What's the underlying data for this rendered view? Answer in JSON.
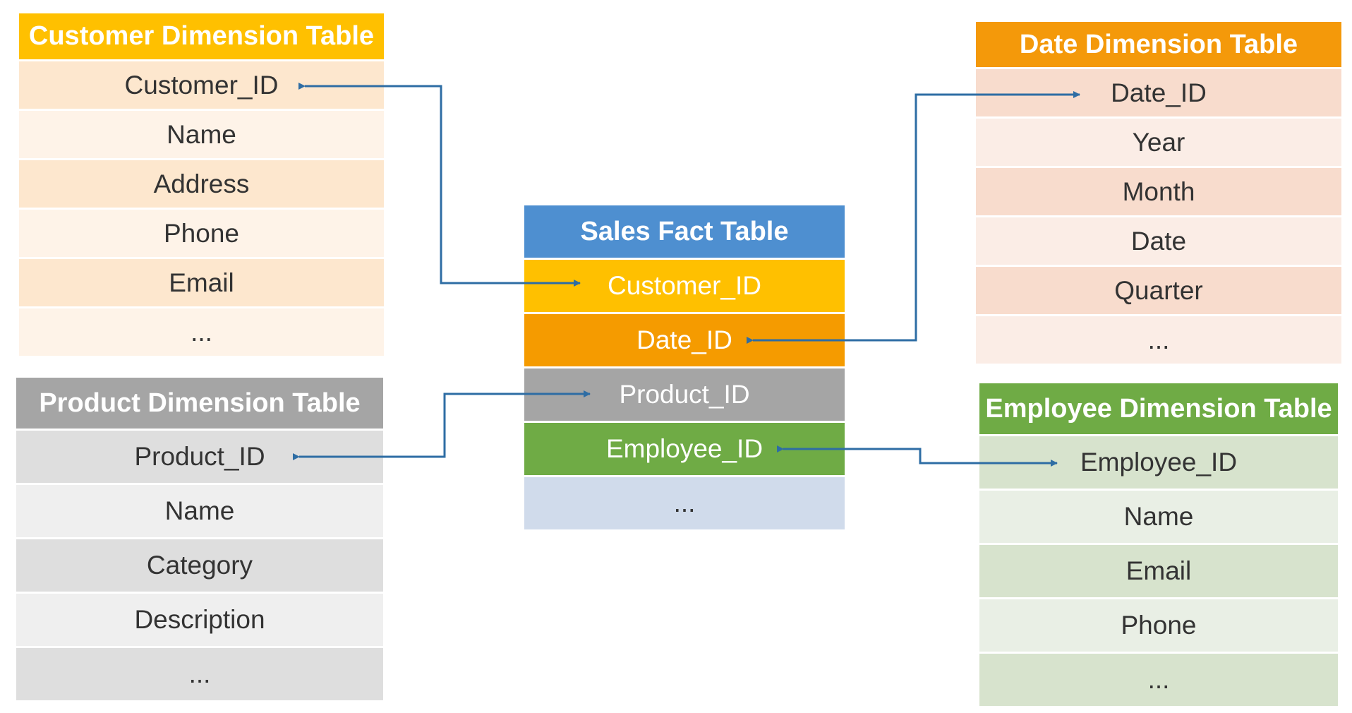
{
  "customer_table": {
    "title": "Customer Dimension Table",
    "fields": [
      "Customer_ID",
      "Name",
      "Address",
      "Phone",
      "Email",
      "..."
    ]
  },
  "product_table": {
    "title": "Product Dimension Table",
    "fields": [
      "Product_ID",
      "Name",
      "Category",
      "Description",
      "..."
    ]
  },
  "sales_table": {
    "title": "Sales Fact Table",
    "fields": [
      "Customer_ID",
      "Date_ID",
      "Product_ID",
      "Employee_ID",
      "..."
    ]
  },
  "date_table": {
    "title": "Date Dimension Table",
    "fields": [
      "Date_ID",
      "Year",
      "Month",
      "Date",
      "Quarter",
      "..."
    ]
  },
  "employee_table": {
    "title": "Employee Dimension Table",
    "fields": [
      "Employee_ID",
      "Name",
      "Email",
      "Phone",
      "..."
    ]
  },
  "colors": {
    "connector": "#2E6DA4",
    "customer_header": "#FFC000",
    "product_header": "#A5A5A5",
    "sales_header": "#4E8FD0",
    "date_header": "#F4990A",
    "employee_header": "#6FAB45"
  }
}
